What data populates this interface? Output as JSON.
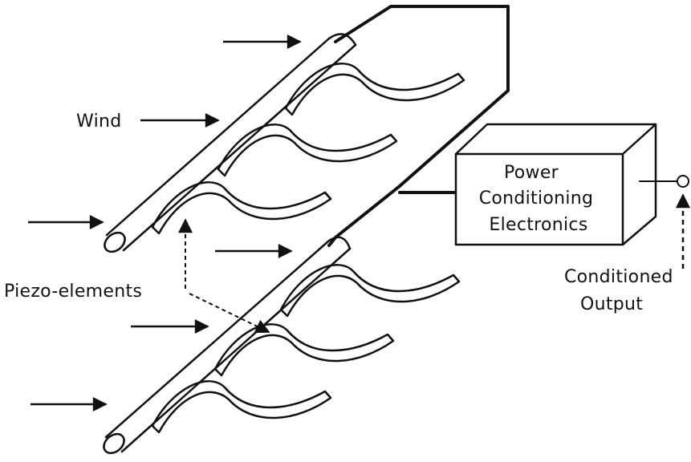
{
  "labels": {
    "wind": "Wind",
    "piezo": "Piezo-elements",
    "box_line1": "Power",
    "box_line2": "Conditioning",
    "box_line3": "Electronics",
    "out_line1": "Conditioned",
    "out_line2": "Output"
  },
  "colors": {
    "ink": "#111111",
    "background": "#ffffff"
  }
}
